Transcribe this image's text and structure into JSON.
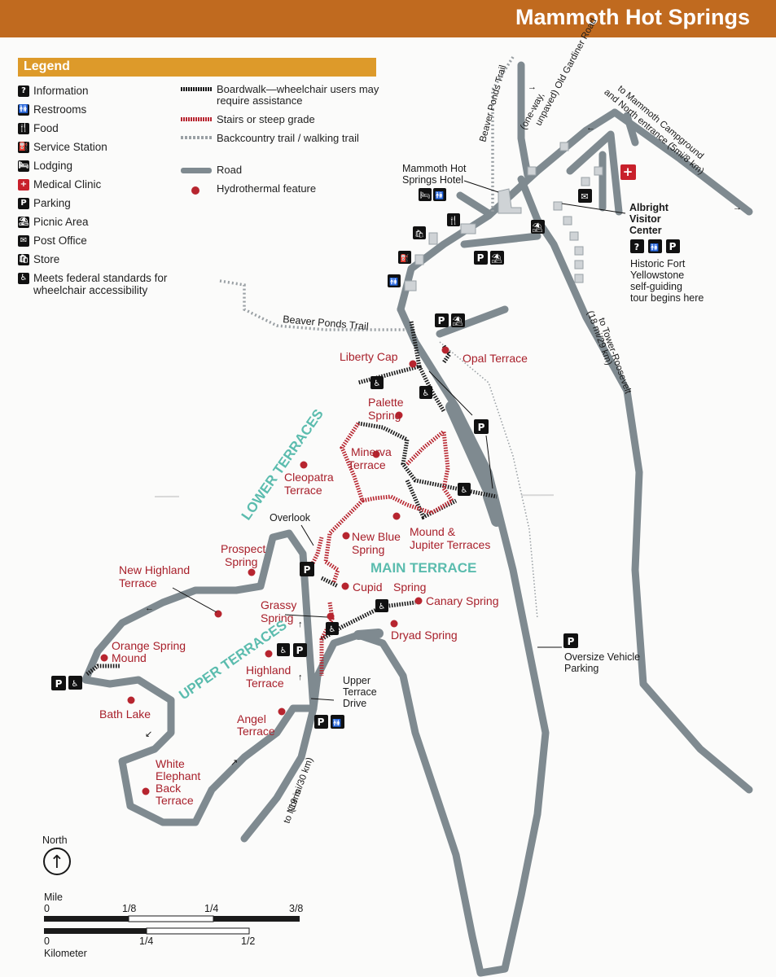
{
  "header": {
    "title": "Mammoth Hot Springs",
    "color": "#c06a1f"
  },
  "legend": {
    "title": "Legend",
    "symbols": [
      {
        "icon": "information-icon",
        "glyph": "?",
        "label": "Information"
      },
      {
        "icon": "restrooms-icon",
        "glyph": "🚻",
        "label": "Restrooms"
      },
      {
        "icon": "food-icon",
        "glyph": "🍴",
        "label": "Food"
      },
      {
        "icon": "service-station-icon",
        "glyph": "⛽",
        "label": "Service Station"
      },
      {
        "icon": "lodging-icon",
        "glyph": "🛏",
        "label": "Lodging"
      },
      {
        "icon": "medical-clinic-icon",
        "glyph": "+",
        "label": "Medical Clinic"
      },
      {
        "icon": "parking-icon",
        "glyph": "P",
        "label": "Parking"
      },
      {
        "icon": "picnic-area-icon",
        "glyph": "⛱",
        "label": "Picnic Area"
      },
      {
        "icon": "post-office-icon",
        "glyph": "✉",
        "label": "Post Office"
      },
      {
        "icon": "store-icon",
        "glyph": "🛍",
        "label": "Store"
      },
      {
        "icon": "wheelchair-icon",
        "glyph": "♿",
        "label": "Meets federal standards for wheelchair accessibility"
      }
    ],
    "lines": [
      {
        "kind": "boardwalk",
        "label": "Boardwalk—wheelchair users may require assistance"
      },
      {
        "kind": "stairs",
        "label": "Stairs or steep grade"
      },
      {
        "kind": "trail",
        "label": "Backcountry trail / walking trail"
      },
      {
        "kind": "road",
        "label": "Road"
      },
      {
        "kind": "hydro",
        "label": "Hydrothermal feature"
      }
    ]
  },
  "colors": {
    "road": "#7f8a90",
    "stairs": "#b7252f",
    "trail": "#9aa0a4",
    "boardwalk": "#1a1a1a",
    "hydro": "#b7252f",
    "terrace": "#5bbcae",
    "label_red": "#a81f2a"
  },
  "features": {
    "liberty_cap": "Liberty Cap",
    "opal_terrace": "Opal Terrace",
    "palette_spring": "Palette Spring",
    "minerva_terrace": "Minerva Terrace",
    "cleopatra_terrace": "Cleopatra Terrace",
    "new_blue_spring": "New Blue Spring",
    "mound_jupiter": "Mound & Jupiter Terraces",
    "prospect_spring": "Prospect Spring",
    "new_highland_terrace": "New Highland Terrace",
    "cupid_spring": "Cupid Spring",
    "canary_spring": "Canary Spring",
    "grassy_spring": "Grassy Spring",
    "dryad_spring": "Dryad Spring",
    "orange_spring_mound": "Orange Spring Mound",
    "highland_terrace": "Highland Terrace",
    "bath_lake": "Bath Lake",
    "angel_terrace": "Angel Terrace",
    "white_elephant": "White Elephant Back Terrace"
  },
  "areas": {
    "lower": "LOWER TERRACES",
    "main": "MAIN TERRACE",
    "upper": "UPPER TERRACES"
  },
  "places": {
    "hotel": "Mammoth Hot Springs Hotel",
    "visitor_center": "Albright Visitor Center",
    "fort": "Historic Fort Yellowstone self-guiding tour begins here",
    "overlook": "Overlook",
    "upper_drive": "Upper Terrace Drive",
    "oversize": "Oversize Vehicle Parking"
  },
  "roads": {
    "beaver_ponds_top": "Beaver Ponds Trail",
    "beaver_ponds_mid": "Beaver Ponds Trail",
    "old_gardiner": "(one-way, unpaved) Old Gardiner Road",
    "north_entrance": "to Mammoth Campground and North entrance (5mi/8 km)",
    "tower": "to Tower-Roosevelt (18 mi/29 km)",
    "norris": "to Norris (19 mi/30 km)"
  },
  "north": {
    "label": "North",
    "symbol": "↑"
  },
  "scale": {
    "mile_label": "Mile",
    "mile_ticks": [
      "0",
      "1/8",
      "1/4",
      "3/8"
    ],
    "km_label": "Kilometer",
    "km_ticks": [
      "0",
      "1/4",
      "1/2"
    ]
  }
}
